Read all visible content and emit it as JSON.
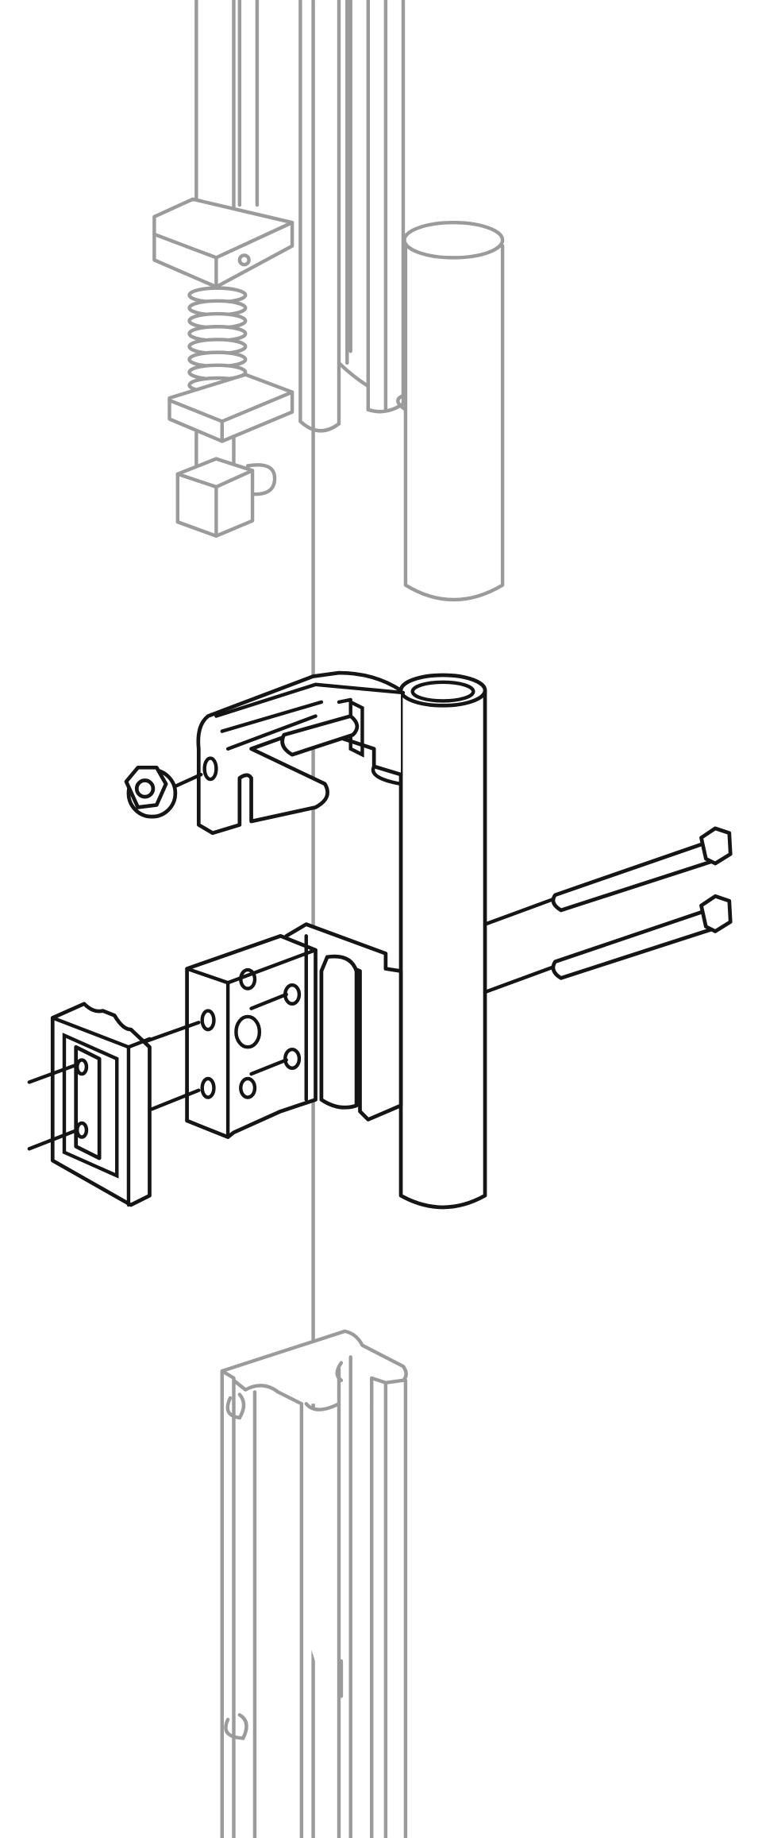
{
  "diagram": {
    "kind": "exploded-assembly-view",
    "colors": {
      "reference_parts": "#9b9b9b",
      "highlighted_parts": "#151515",
      "background": "#ffffff"
    },
    "parts": [
      "upper-rail",
      "clamp-block",
      "spring",
      "knob",
      "upper-cylinder",
      "center-line",
      "top-bracket",
      "flange-nut",
      "vertical-pipe",
      "long-bolts",
      "middle-bracket",
      "clamp-plate",
      "lower-rail"
    ]
  }
}
